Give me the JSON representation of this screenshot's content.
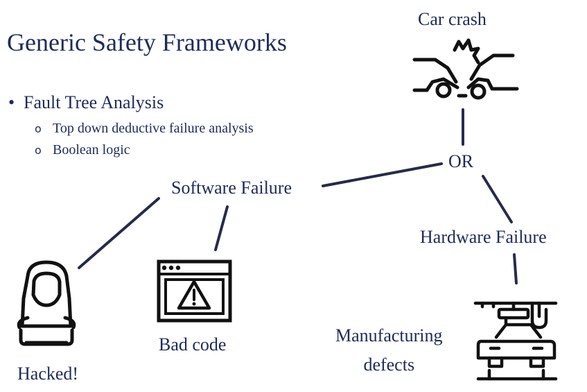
{
  "slide": {
    "title": "Generic Safety Frameworks",
    "bullet": "Fault Tree Analysis",
    "bullet_marker": "•",
    "sub_marker": "o",
    "sub_bullets": [
      "Top down deductive failure analysis",
      "Boolean logic"
    ]
  },
  "tree": {
    "root": "Car crash",
    "gate": "OR",
    "software": "Software Failure",
    "hardware": "Hardware Failure",
    "bad_code": "Bad code",
    "hacked": "Hacked!",
    "manufacturing_line1": "Manufacturing",
    "manufacturing_line2": "defects"
  },
  "colors": {
    "text": "#1f2a5c",
    "edges": "#262a4a",
    "icons": "#111111"
  },
  "icons": [
    "car-crash-icon",
    "hacker-icon",
    "error-window-icon",
    "car-assembly-icon"
  ]
}
